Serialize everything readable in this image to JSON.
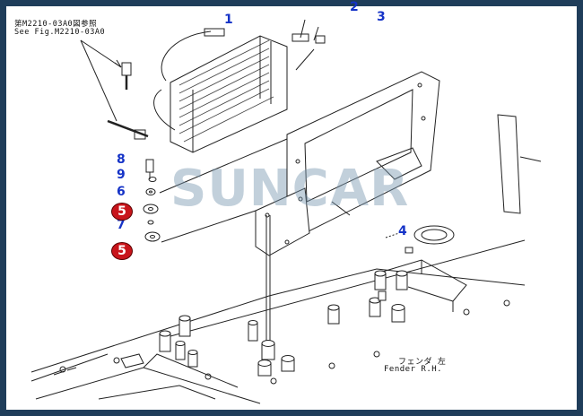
{
  "reference_note": {
    "line1": "第M2210-03A0図参照",
    "line2": "See Fig.M2210-03A0"
  },
  "callouts": {
    "c1": "1",
    "c2": "2",
    "c3": "3",
    "c4": "4",
    "c5a": "5",
    "c5b": "5",
    "c6": "6",
    "c7": "7",
    "c8": "8",
    "c9": "9"
  },
  "fender_label": {
    "jp": "フェンダ 左",
    "en": "Fender R.H."
  },
  "watermark": "SUNCAR",
  "colors": {
    "frame": "#1f3d5a",
    "callout_blue": "#1533c7",
    "badge_red": "#c8151b",
    "line": "#222222"
  }
}
